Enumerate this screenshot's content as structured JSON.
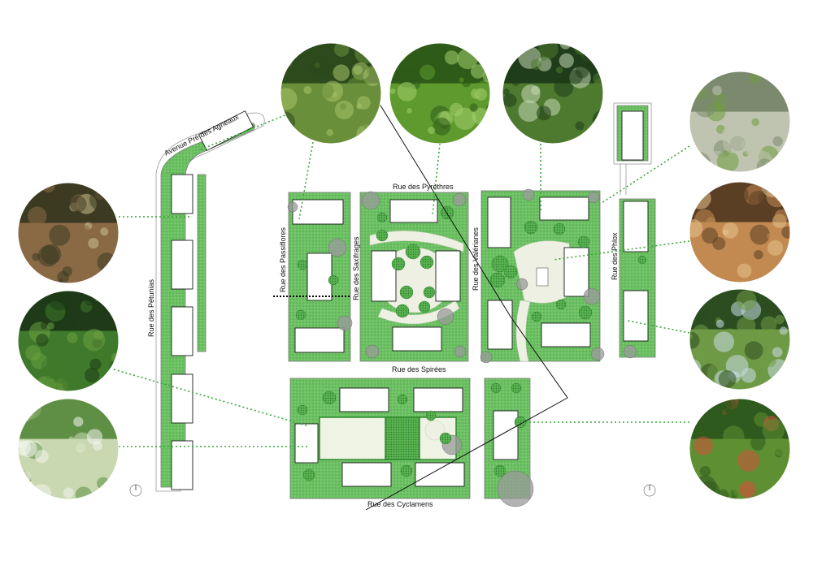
{
  "streets": {
    "agneaux": "Avenue Pré des Agneaux",
    "petunias": "Rue des Pétunias",
    "passiflores": "Rue des Passiflores",
    "saxifrages": "Rue des Saxifrages",
    "pyrethres": "Rue des Pyrèthres",
    "valerianes": "Rue des Valérianes",
    "phlox": "Rue des Phlox",
    "spirees": "Rue des Spirées",
    "cyclamens": "Rue des Cyclamens"
  },
  "photos": [
    {
      "id": "pergola-walkway",
      "theme": [
        "#3d3a22",
        "#8a6a45",
        "#cbbf8e"
      ]
    },
    {
      "id": "vegetable-garden",
      "theme": [
        "#1e3a18",
        "#3f7a2c",
        "#6aa040"
      ]
    },
    {
      "id": "wildflower-meadow",
      "theme": [
        "#5f8f45",
        "#c9d8b0",
        "#f4f6ee"
      ]
    },
    {
      "id": "meadow-path",
      "theme": [
        "#2c4a1c",
        "#6a8f3a",
        "#a8c46a"
      ]
    },
    {
      "id": "grass-hill",
      "theme": [
        "#2e5b18",
        "#5e9a2e",
        "#a4cf6b"
      ]
    },
    {
      "id": "birch-lawn",
      "theme": [
        "#1f3d1a",
        "#4e7a30",
        "#c7d9b6"
      ]
    },
    {
      "id": "stone-plaza",
      "theme": [
        "#7b8a6e",
        "#bfc4b0",
        "#6f9c3e"
      ]
    },
    {
      "id": "boules-court",
      "theme": [
        "#5b3f25",
        "#c28a50",
        "#e7c38f"
      ]
    },
    {
      "id": "shrub-garden",
      "theme": [
        "#2b4d1f",
        "#6f9a45",
        "#c9dde8"
      ]
    },
    {
      "id": "flower-bed",
      "theme": [
        "#2e5a1e",
        "#5e8f32",
        "#d0523a"
      ]
    }
  ],
  "colors": {
    "green": "#5cb85c",
    "leader": "#3aa53a",
    "building_stroke": "#1a1a1a"
  }
}
